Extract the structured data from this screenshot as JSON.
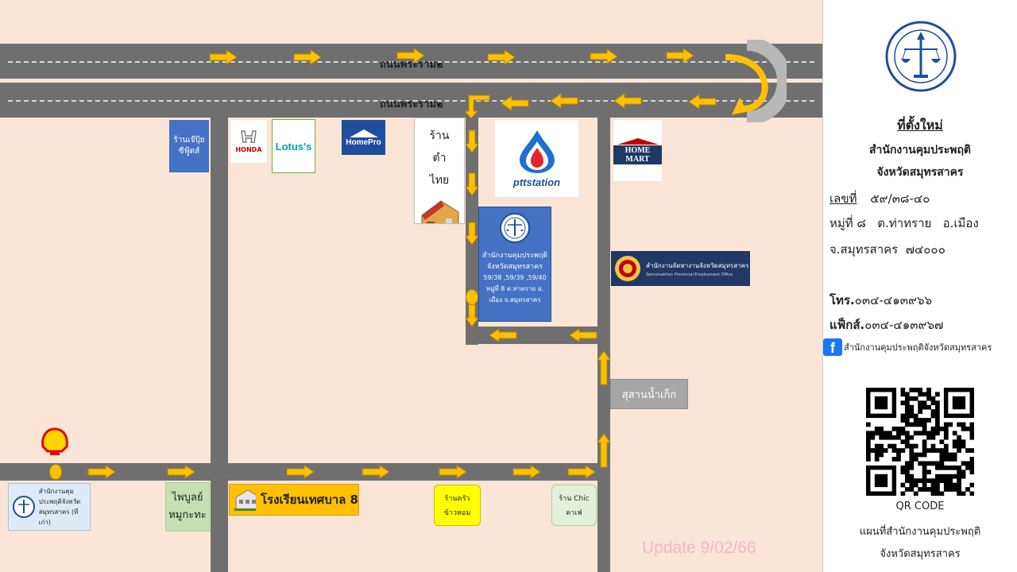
{
  "roads": {
    "upper_label": "ถนนพระราม๒",
    "lower_label": "ถนนพระราม๒"
  },
  "places": {
    "jep_mu_shop": "ร้านเจ๊ปุ้ย ซีฟู้ดส์",
    "honda": "HONDA",
    "lotus": "Lotus's",
    "homepro": "HomePro",
    "tamthai_shop": "ร้าน ตำไทย",
    "ptt": "pttstation",
    "homemart": "HOME MART",
    "probation_office_box": {
      "line1": "สำนักงานคุมประพฤติ",
      "line2": "จังหวัดสมุทรสาคร",
      "line3": "59/38 ,59/39 ,59/40",
      "line4": "หมู่ที่ 8 ต.ท่าทราย อ.",
      "line5": "เมือง จ.สมุทรสาคร"
    },
    "employment_office": {
      "thai": "สำนักงานจัดหางานจังหวัดสมุทรสาคร",
      "english": "Samutsakhon Provincial Employment Office"
    },
    "cemetery": "สุสานน้ำเก็ก",
    "old_office": {
      "line1": "สำนักงานคุม",
      "line2": "ประพฤติจังหวัด",
      "line3": "สมุทรสาคร (ที่เก่า)"
    },
    "phaibun": "ไพบูลย์ หมูกะทะ",
    "school": "โรงเรียนเทศบาล 8",
    "restaurant": {
      "line1": "ร้านครัว",
      "line2": "ข้าวหอม"
    },
    "cafe": {
      "line1": "ร้าน Chic",
      "line2": "คาเฟ่"
    },
    "update_text": "Update 9/02/66"
  },
  "panel": {
    "heading": "ที่ตั้งใหม่",
    "org_line1": "สำนักงานคุมประพฤติ",
    "org_line2": "จังหวัดสมุทรสาคร",
    "address_label": "เลขที่",
    "address_no": "๕๙/๓๘-๔๐",
    "address_line2": "หมู่ที่ ๘   ต.ท่าทราย   อ.เมือง",
    "address_line3": "จ.สมุทรสาคร  ๗๔๐๐๐",
    "phone_label": "โทร.",
    "phone": "๐๓๔-๔๑๓๙๖๖",
    "fax_label": "แฟ็กส์.",
    "fax": "๐๓๔-๔๑๓๙๖๗",
    "facebook_name": "สำนักงานคุมประพฤติจังหวัดสมุทรสาคร",
    "qr_label": "QR CODE",
    "qr_caption1": "แผนที่สำนักงานคุมประพฤติ",
    "qr_caption2": "จังหวัดสมุทรสาคร"
  },
  "colors": {
    "map_bg": "#fbe5d6",
    "road": "#6f6f6f",
    "arrow": "#ffc000",
    "box_blue": "#4472c4",
    "school_yellow": "#ffc000",
    "phaibun_green": "#c6e0b4",
    "restaurant_yellow": "#ffff00",
    "cafe_green": "#e2f0d9",
    "cemetery_gray": "#a6a6a6"
  }
}
